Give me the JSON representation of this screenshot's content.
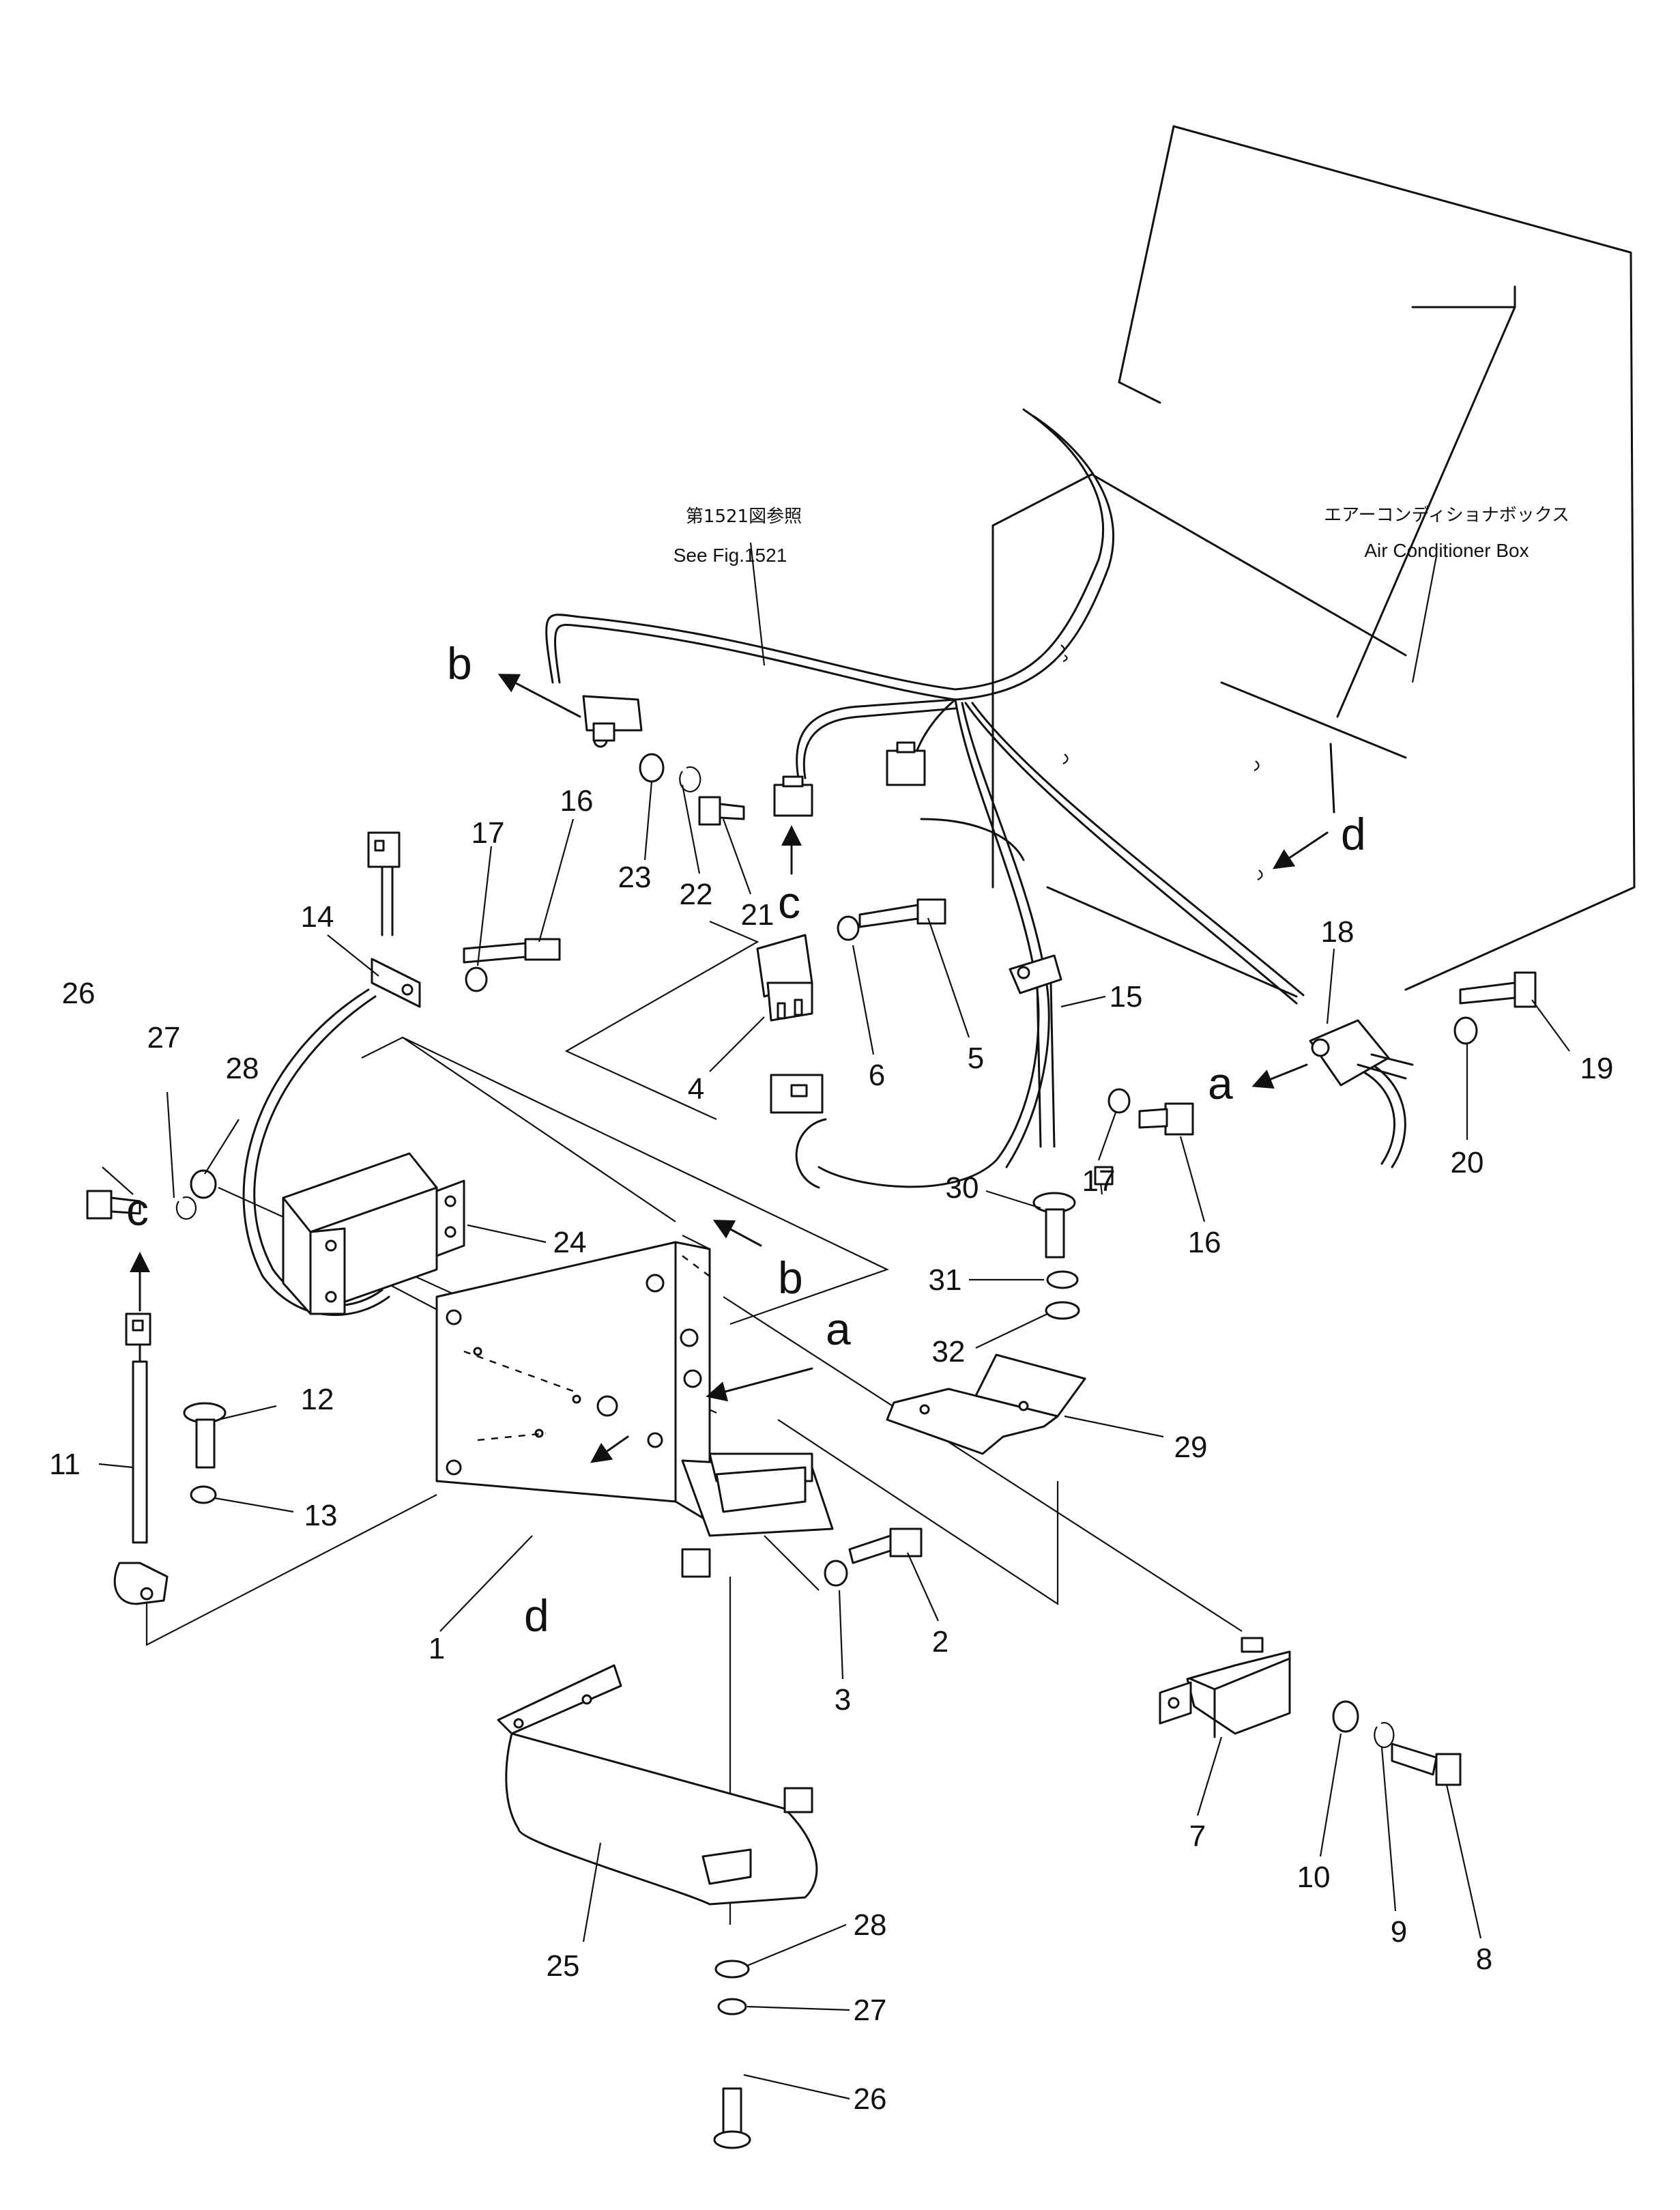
{
  "references": {
    "fig_ref_jp": "第1521図参照",
    "fig_ref_en": "See Fig.1521",
    "box_jp": "エアーコンディショナボックス",
    "box_en": "Air Conditioner Box"
  },
  "callouts": {
    "c1": "1",
    "c2": "2",
    "c3": "3",
    "c4": "4",
    "c5": "5",
    "c6": "6",
    "c7": "7",
    "c8": "8",
    "c9": "9",
    "c10": "10",
    "c11": "11",
    "c12": "12",
    "c13": "13",
    "c14": "14",
    "c15": "15",
    "c16a": "16",
    "c16b": "16",
    "c17a": "17",
    "c17b": "17",
    "c18": "18",
    "c19": "19",
    "c20": "20",
    "c21": "21",
    "c22": "22",
    "c23": "23",
    "c24": "24",
    "c25": "25",
    "c26a": "26",
    "c26b": "26",
    "c27a": "27",
    "c27b": "27",
    "c28a": "28",
    "c28b": "28",
    "c29": "29",
    "c30": "30",
    "c31": "31",
    "c32": "32"
  },
  "connection_markers": {
    "a1": "a",
    "a2": "a",
    "b1": "b",
    "b2": "b",
    "c1": "c",
    "c2": "c",
    "d1": "d",
    "d2": "d"
  }
}
